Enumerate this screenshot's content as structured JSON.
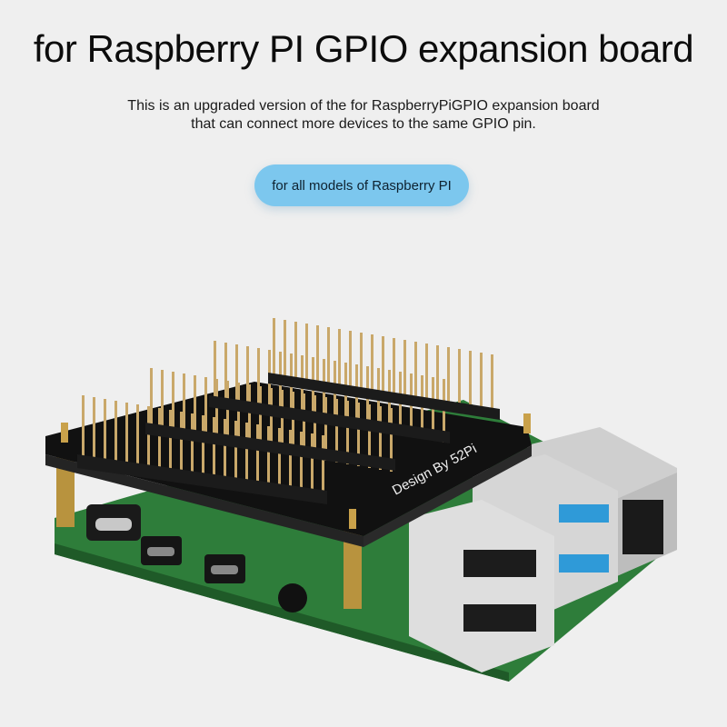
{
  "header": {
    "title": "for Raspberry PI GPIO expansion board",
    "description_lines": [
      "This is an upgraded version of the for RaspberryPiGPIO expansion board",
      "that can connect more devices to the same GPIO pin."
    ]
  },
  "badge": {
    "label": "for all models of Raspberry PI",
    "color": "#7cc7ee"
  },
  "product_image": {
    "alt": "GPIO expansion board mounted on a Raspberry Pi",
    "board_print": "Design By 52Pi",
    "colors": {
      "background": "#efefef",
      "hat_board": "#111111",
      "pcb": "#2e7d3a",
      "header_pins": "#c9a86a",
      "standoff": "#b8933e",
      "usb3_blue": "#2f9ad8",
      "metal": "#c9c9c9"
    }
  }
}
